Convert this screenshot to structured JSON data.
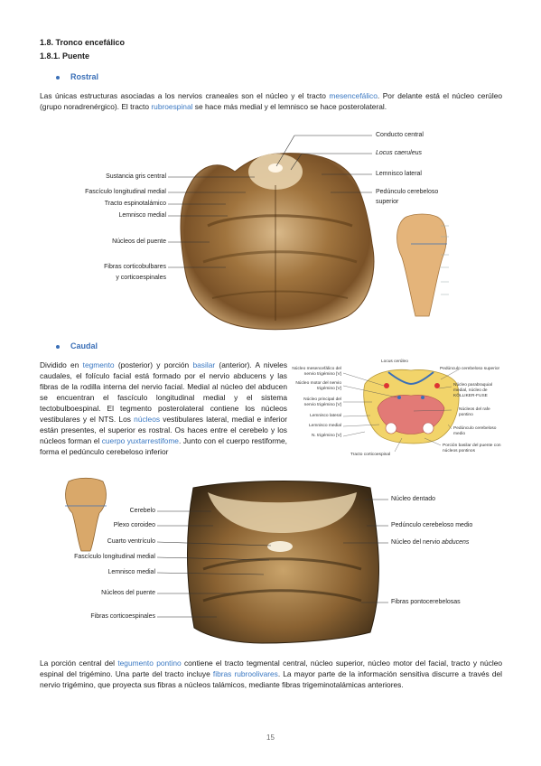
{
  "headings": {
    "h1": "1.8. Tronco encefálico",
    "h2": "1.8.1. Puente",
    "rostral": "Rostral",
    "caudal": "Caudal"
  },
  "rostral_para": {
    "p1": "Las únicas estructuras asociadas a los nervios craneales son el núcleo y el tracto ",
    "link1": "mesencefálico",
    "p2": ". Por delante está el núcleo cerúleo (grupo noradrenérgico). El tracto ",
    "link2": "rubroespinal",
    "p3": " se hace más medial y el lemnisco se hace posterolateral."
  },
  "figure1": {
    "left_labels": [
      "Sustancia gris central",
      "Fascículo longitudinal medial",
      "Tracto espinotalámico",
      "Lemnisco medial",
      "Núcleos del puente",
      "Fibras corticobulbares",
      "y corticoespinales"
    ],
    "right_labels": [
      "Conducto central",
      "Locus caeruleus",
      "Lemnisco lateral",
      "Pedúnculo cerebeloso",
      "superior"
    ]
  },
  "caudal_para": {
    "p1": "Dividido en ",
    "link1": "tegmento",
    "p2": " (posterior) y porción ",
    "link2": "basilar",
    "p3": " (anterior). A niveles caudales, el folículo facial está formado por el nervio abducens y las fibras de la rodilla interna del nervio facial. Medial al núcleo del abducen se encuentran el fascículo longitudinal medial y el sistema tectobulboespinal. El tegmento posterolateral contiene los núcleos vestibulares y el NTS. Los ",
    "link3": "núcleos",
    "p4": " vestibulares lateral, medial e inferior están presentes, el superior es rostral. Os haces entre el cerebelo y los núcleos forman el ",
    "link4": "cuerpo yuxtarrestifome",
    "p5": ". Junto con el cuerpo restiforme, forma el pedúnculo cerebeloso inferior"
  },
  "figure2": {
    "labels": [
      "Locus cerúleo",
      "Núcleo mesencefálico del nervio trigémino [V]",
      "Núcleo motor del nervio trigémino [V]",
      "Núcleo principal del nervio trigémino [V]",
      "Lemnisco lateral",
      "Lemnisco medial",
      "N. trigémino [V]",
      "Tracto corticoespinal",
      "Pedúnculo cerebeloso superior",
      "Núcleo parabraquial medial, núcleo de KÖLLIKER-FUSE",
      "Núcleos del rafe pontino",
      "Pedúnculo cerebeloso medio",
      "Porción basilar del puente con núcleos pontinos"
    ]
  },
  "figure3": {
    "left_labels": [
      "Cerebelo",
      "Plexo coroideo",
      "Cuarto ventrículo",
      "Fascículo longitudinal medial",
      "Lemnisco medial",
      "Núcleos del puente",
      "Fibras corticoespinales"
    ],
    "right_labels": [
      "Núcleo dentado",
      "Pedúnculo cerebeloso medio",
      "Núcleo del nervio abducens",
      "Fibras pontocerebelosas"
    ]
  },
  "final_para": {
    "p1": "La porción central del ",
    "link1": "tegumento pontino",
    "p2": " contiene el tracto tegmental central, núcleo superior, núcleo motor del facial, tracto y núcleo espinal del trigémino. Una parte del tracto incluye ",
    "link2": "fibras rubroolivares",
    "p3": ". La mayor parte de la información sensitiva discurre a través del nervio trigémino, que proyecta sus fibras a núcleos talámicos, mediante fibras trigeminotalámicas anteriores."
  },
  "page_number": "15",
  "colors": {
    "link": "#3a78c2",
    "bullet": "#3a6fb7"
  }
}
